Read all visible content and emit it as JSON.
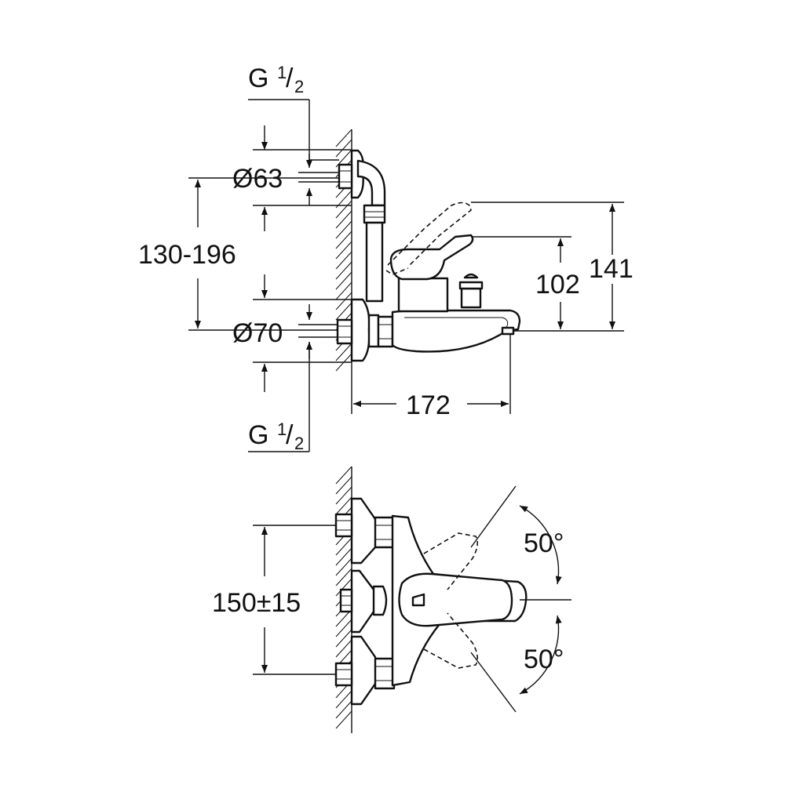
{
  "side_view": {
    "top_inlet_thread": {
      "prefix": "G",
      "num": "1",
      "den": "2"
    },
    "bottom_inlet_thread": {
      "prefix": "G",
      "num": "1",
      "den": "2"
    },
    "escutcheon_top_diameter": "Ø63",
    "escutcheon_bottom_diameter": "Ø70",
    "inlet_spacing_range": "130-196",
    "lever_height": "102",
    "overall_height": "141",
    "projection": "172"
  },
  "top_view": {
    "center_distance": "150±15",
    "lever_angle_up": "50°",
    "lever_angle_down": "50°"
  }
}
